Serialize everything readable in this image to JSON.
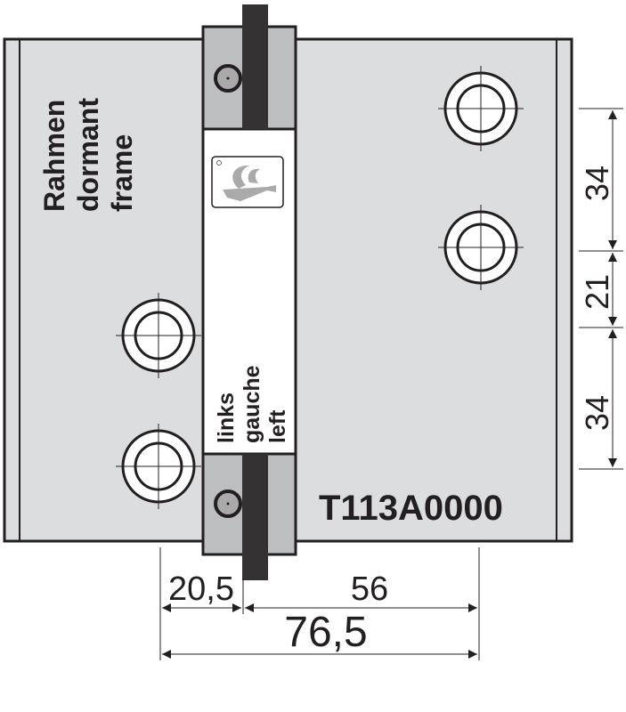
{
  "frame_label": [
    "Rahmen",
    "dormant",
    "frame"
  ],
  "side_label": [
    "links",
    "gauche",
    "left"
  ],
  "part_number": "T113A0000",
  "dimensions": {
    "vertical": [
      "34",
      "21",
      "34"
    ],
    "horizontal_left": "20,5",
    "horizontal_right": "56",
    "horizontal_total": "76,5"
  },
  "colors": {
    "plate": "#dcdddf",
    "hinge_block": "#bdbec0",
    "pin": "#333132",
    "stroke": "#231f20"
  }
}
